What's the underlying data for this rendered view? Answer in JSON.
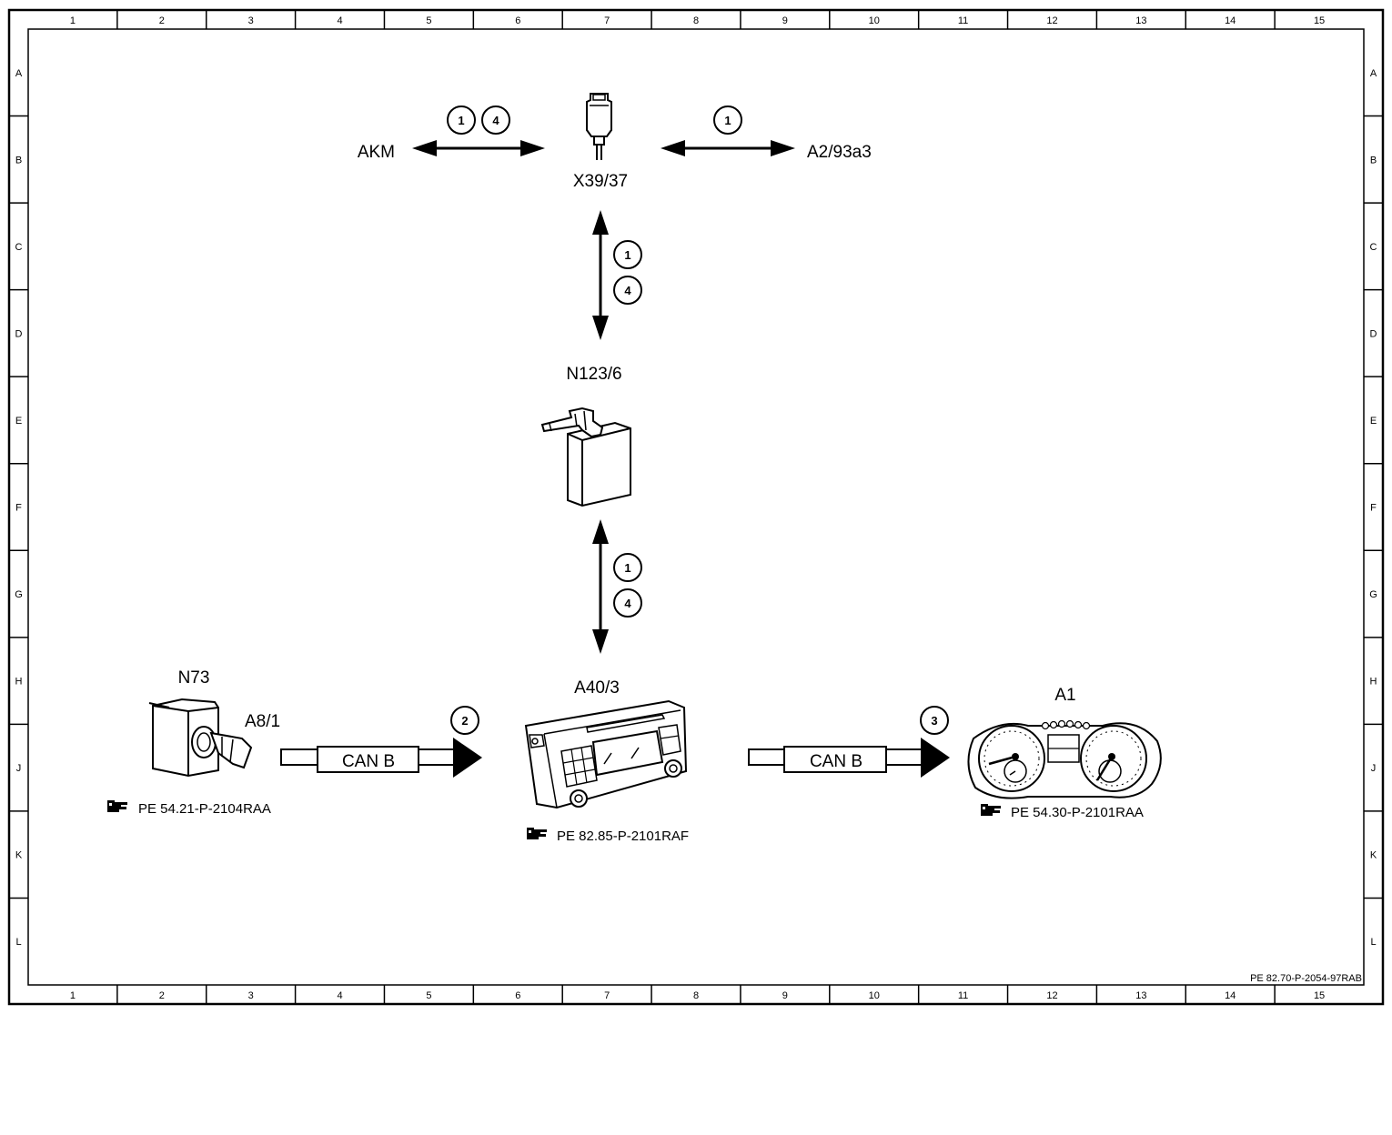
{
  "grid": {
    "columns": [
      "1",
      "2",
      "3",
      "4",
      "5",
      "6",
      "7",
      "8",
      "9",
      "10",
      "11",
      "12",
      "13",
      "14",
      "15"
    ],
    "rows": [
      "A",
      "B",
      "C",
      "D",
      "E",
      "F",
      "G",
      "H",
      "J",
      "K",
      "L"
    ]
  },
  "components": {
    "x39_37": {
      "label": "X39/37"
    },
    "akm": {
      "label": "AKM"
    },
    "a2_93a3": {
      "label": "A2/93a3"
    },
    "n123_6": {
      "label": "N123/6"
    },
    "n73": {
      "label": "N73"
    },
    "a8_1": {
      "label": "A8/1"
    },
    "a40_3": {
      "label": "A40/3"
    },
    "a1": {
      "label": "A1"
    }
  },
  "badges": {
    "akm_link": [
      "1",
      "4"
    ],
    "a2_link": [
      "1"
    ],
    "x39_n123_link": [
      "1",
      "4"
    ],
    "n123_a40_link": [
      "1",
      "4"
    ],
    "n73_can": "2",
    "a40_can": "3"
  },
  "buses": {
    "left_bus": "CAN B",
    "right_bus": "CAN B"
  },
  "references": {
    "n73_ref": "PE 54.21-P-2104RAA",
    "a40_ref": "PE 82.85-P-2101RAF",
    "a1_ref": "PE 54.30-P-2101RAA"
  },
  "document_id": "PE 82.70-P-2054-97RAB"
}
